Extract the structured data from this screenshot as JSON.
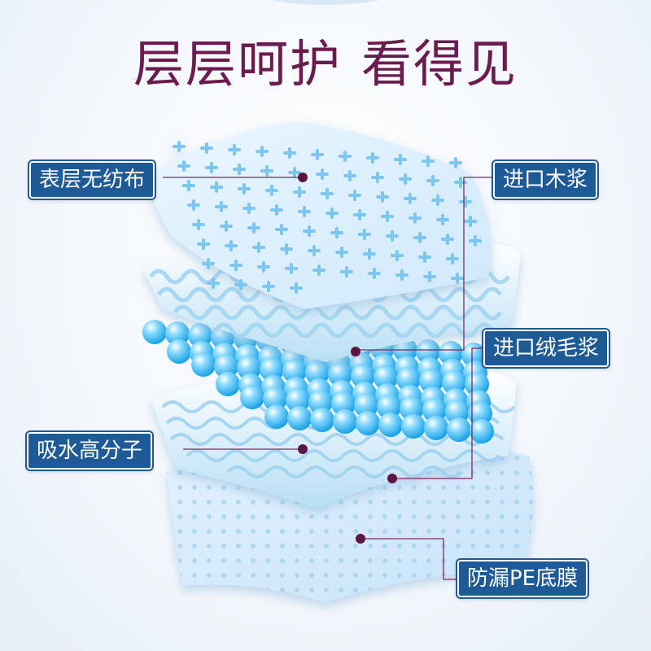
{
  "title": {
    "part1": "层层呵护",
    "part2": "看得见"
  },
  "labels": {
    "top_sheet": "表层无纺布",
    "wood_pulp": "进口木浆",
    "fluff_pulp": "进口绒毛浆",
    "sap": "吸水高分子",
    "pe_film": "防漏PE底膜"
  },
  "colors": {
    "title": "#6b1b4d",
    "label_bg": "#1e5a96",
    "label_text": "#ffffff",
    "dot": "#5a1640",
    "line": "#7a2d5c"
  }
}
